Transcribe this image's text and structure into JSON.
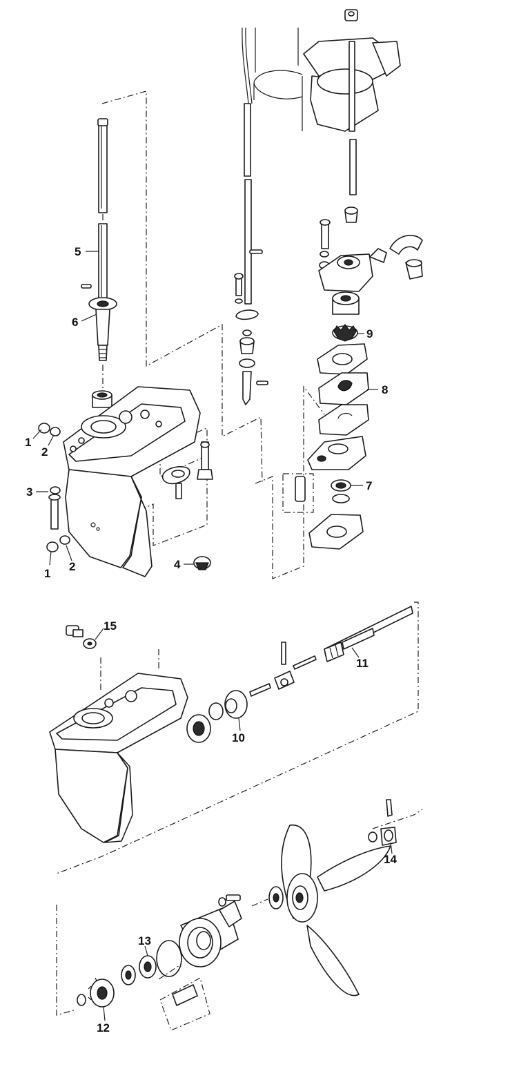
{
  "callouts": [
    {
      "id": "1a",
      "number": "1"
    },
    {
      "id": "2a",
      "number": "2"
    },
    {
      "id": "3",
      "number": "3"
    },
    {
      "id": "1b",
      "number": "1"
    },
    {
      "id": "2b",
      "number": "2"
    },
    {
      "id": "4",
      "number": "4"
    },
    {
      "id": "5",
      "number": "5"
    },
    {
      "id": "6",
      "number": "6"
    },
    {
      "id": "7",
      "number": "7"
    },
    {
      "id": "8",
      "number": "8"
    },
    {
      "id": "9",
      "number": "9"
    },
    {
      "id": "10",
      "number": "10"
    },
    {
      "id": "11",
      "number": "11"
    },
    {
      "id": "12",
      "number": "12"
    },
    {
      "id": "13",
      "number": "13"
    },
    {
      "id": "14",
      "number": "14"
    },
    {
      "id": "15",
      "number": "15"
    }
  ]
}
